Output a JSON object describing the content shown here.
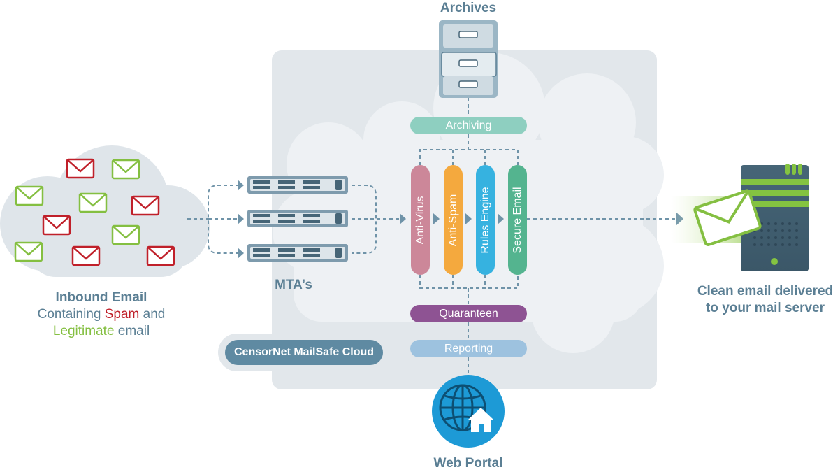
{
  "labels": {
    "archives": "Archives",
    "mtas": "MTA’s",
    "web_portal": "Web Portal",
    "inbound_title": "Inbound Email",
    "inbound_containing": "Containing",
    "inbound_spam": "Spam",
    "inbound_and": "and",
    "inbound_legitimate": "Legitimate",
    "inbound_email_word": "email",
    "clean_line1": "Clean email delivered",
    "clean_line2": "to your mail server",
    "brand": "CensorNet MailSafe Cloud"
  },
  "pipeline": {
    "archiving": "Archiving",
    "quarantine": "Quaranteen",
    "reporting": "Reporting",
    "filters": [
      {
        "label": "Anti-Virus",
        "color": "#cc8799"
      },
      {
        "label": "Anti-Spam",
        "color": "#f4a93e"
      },
      {
        "label": "Rules Engine",
        "color": "#36b2e0"
      },
      {
        "label": "Secure Email",
        "color": "#54b48f"
      }
    ]
  },
  "colors": {
    "spam": "#c0202a",
    "legitimate": "#84bf41",
    "text": "#5b7f94",
    "connector": "#6f93a8",
    "cloud_panel": "#e2e7eb",
    "portal": "#1d9ad6"
  },
  "icons": [
    "file-cabinet-icon",
    "rack-server-icon",
    "mail-server-icon",
    "envelope-icon",
    "globe-icon",
    "house-icon",
    "arrow-right-icon"
  ]
}
